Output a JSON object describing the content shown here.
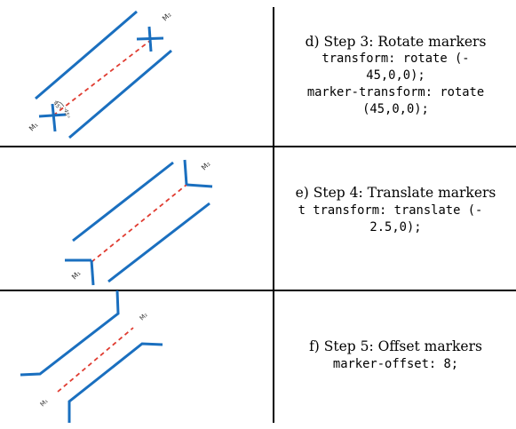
{
  "panels": [
    {
      "caption": "d) Step 3: Rotate markers",
      "code": [
        "transform: rotate (-",
        "45,0,0);",
        "marker-transform: rotate",
        "(45,0,0);"
      ],
      "labels": {
        "marker_start": "M₁",
        "marker_end": "M₂",
        "angle_a": "45°",
        "angle_b": "-45°"
      }
    },
    {
      "caption": "e) Step 4: Translate markers",
      "code": [
        "t transform: translate (-",
        "2.5,0);"
      ],
      "labels": {
        "marker_start": "M₁",
        "marker_end": "M₂"
      }
    },
    {
      "caption": "f) Step 5: Offset markers",
      "code": [
        "marker-offset: 8;"
      ],
      "labels": {
        "marker_start": "M₁",
        "marker_end": "M₂"
      }
    }
  ],
  "colors": {
    "line": "#1a6fbf",
    "path": "#e03c31"
  }
}
